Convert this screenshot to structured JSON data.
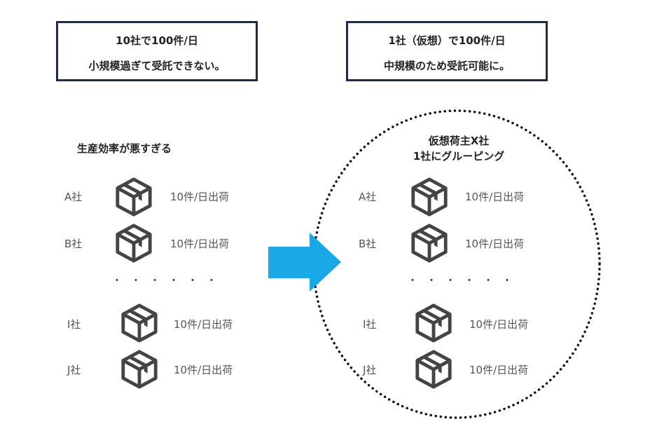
{
  "left_panel": {
    "callout": {
      "line1": "10社で100件/日",
      "line2": "小規模過ぎて受託できない。"
    },
    "heading": "生産効率が悪すぎる",
    "rows": [
      {
        "company": "A社",
        "shipment": "10件/日出荷"
      },
      {
        "company": "B社",
        "shipment": "10件/日出荷"
      },
      {
        "company": "I社",
        "shipment": "10件/日出荷"
      },
      {
        "company": "J社",
        "shipment": "10件/日出荷"
      }
    ],
    "ellipsis": "・・・・・・"
  },
  "right_panel": {
    "callout": {
      "line1": "1社（仮想）で100件/日",
      "line2": "中規模のため受託可能に。"
    },
    "heading_line1": "仮想荷主X社",
    "heading_line2": "1社にグルーピング",
    "rows": [
      {
        "company": "A社",
        "shipment": "10件/日出荷"
      },
      {
        "company": "B社",
        "shipment": "10件/日出荷"
      },
      {
        "company": "I社",
        "shipment": "10件/日出荷"
      },
      {
        "company": "J社",
        "shipment": "10件/日出荷"
      }
    ],
    "ellipsis": "・・・・・・"
  },
  "icons": {
    "package": "package-box-icon",
    "arrow": "right-arrow-icon"
  },
  "colors": {
    "arrow": "#1aa7e6",
    "box_border": "#1f2a44",
    "icon": "#444444"
  }
}
